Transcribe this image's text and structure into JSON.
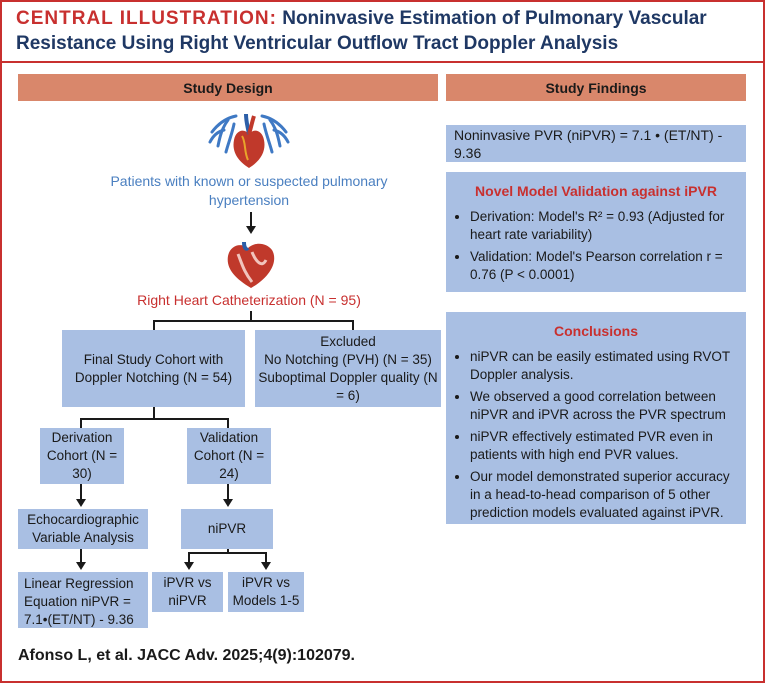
{
  "title": {
    "lead": "CENTRAL ILLUSTRATION:",
    "rest": "Noninvasive Estimation of Pulmonary Vascular Resistance Using Right Ventricular Outflow Tract Doppler Analysis"
  },
  "design": {
    "header": "Study Design",
    "patients": "Patients with known or suspected pulmonary hypertension",
    "rhc": "Right Heart Catheterization (N = 95)",
    "final_cohort": "Final Study Cohort with Doppler Notching (N = 54)",
    "excluded": [
      "Excluded",
      "No Notching (PVH) (N = 35)",
      "Suboptimal Doppler quality (N = 6)"
    ],
    "derivation": "Derivation Cohort (N = 30)",
    "validation": "Validation Cohort (N = 24)",
    "echo": "Echocardiographic Variable Analysis",
    "niPVR": "niPVR",
    "regression": "Linear Regression Equation niPVR = 7.1•(ET/NT) - 9.36",
    "ipvr_vs_nipvr": "iPVR vs niPVR",
    "ipvr_vs_models": "iPVR vs Models 1-5"
  },
  "findings": {
    "header": "Study Findings",
    "formula": "Noninvasive PVR (niPVR) = 7.1 • (ET/NT) - 9.36",
    "validation_title": "Novel Model Validation against iPVR",
    "validation_items": [
      "Derivation: Model's R² = 0.93 (Adjusted for heart rate variability)",
      "Validation: Model's Pearson correlation r = 0.76 (P < 0.0001)"
    ],
    "conclusions_title": "Conclusions",
    "conclusions": [
      "niPVR can be easily estimated using RVOT Doppler analysis.",
      "We observed a good correlation between niPVR and iPVR across the PVR spectrum",
      "niPVR effectively estimated PVR even in patients with high end PVR values.",
      "Our model demonstrated superior accuracy in a head-to-head comparison of 5 other prediction models evaluated against iPVR."
    ]
  },
  "citation": "Afonso L, et al. JACC Adv. 2025;4(9):102079.",
  "colors": {
    "accent_red": "#c8302f",
    "box_blue": "#a9bfe3",
    "header_salmon": "#d9876b",
    "title_navy": "#1f3864"
  },
  "icons": [
    "lungs-heart-icon",
    "heart-icon"
  ]
}
